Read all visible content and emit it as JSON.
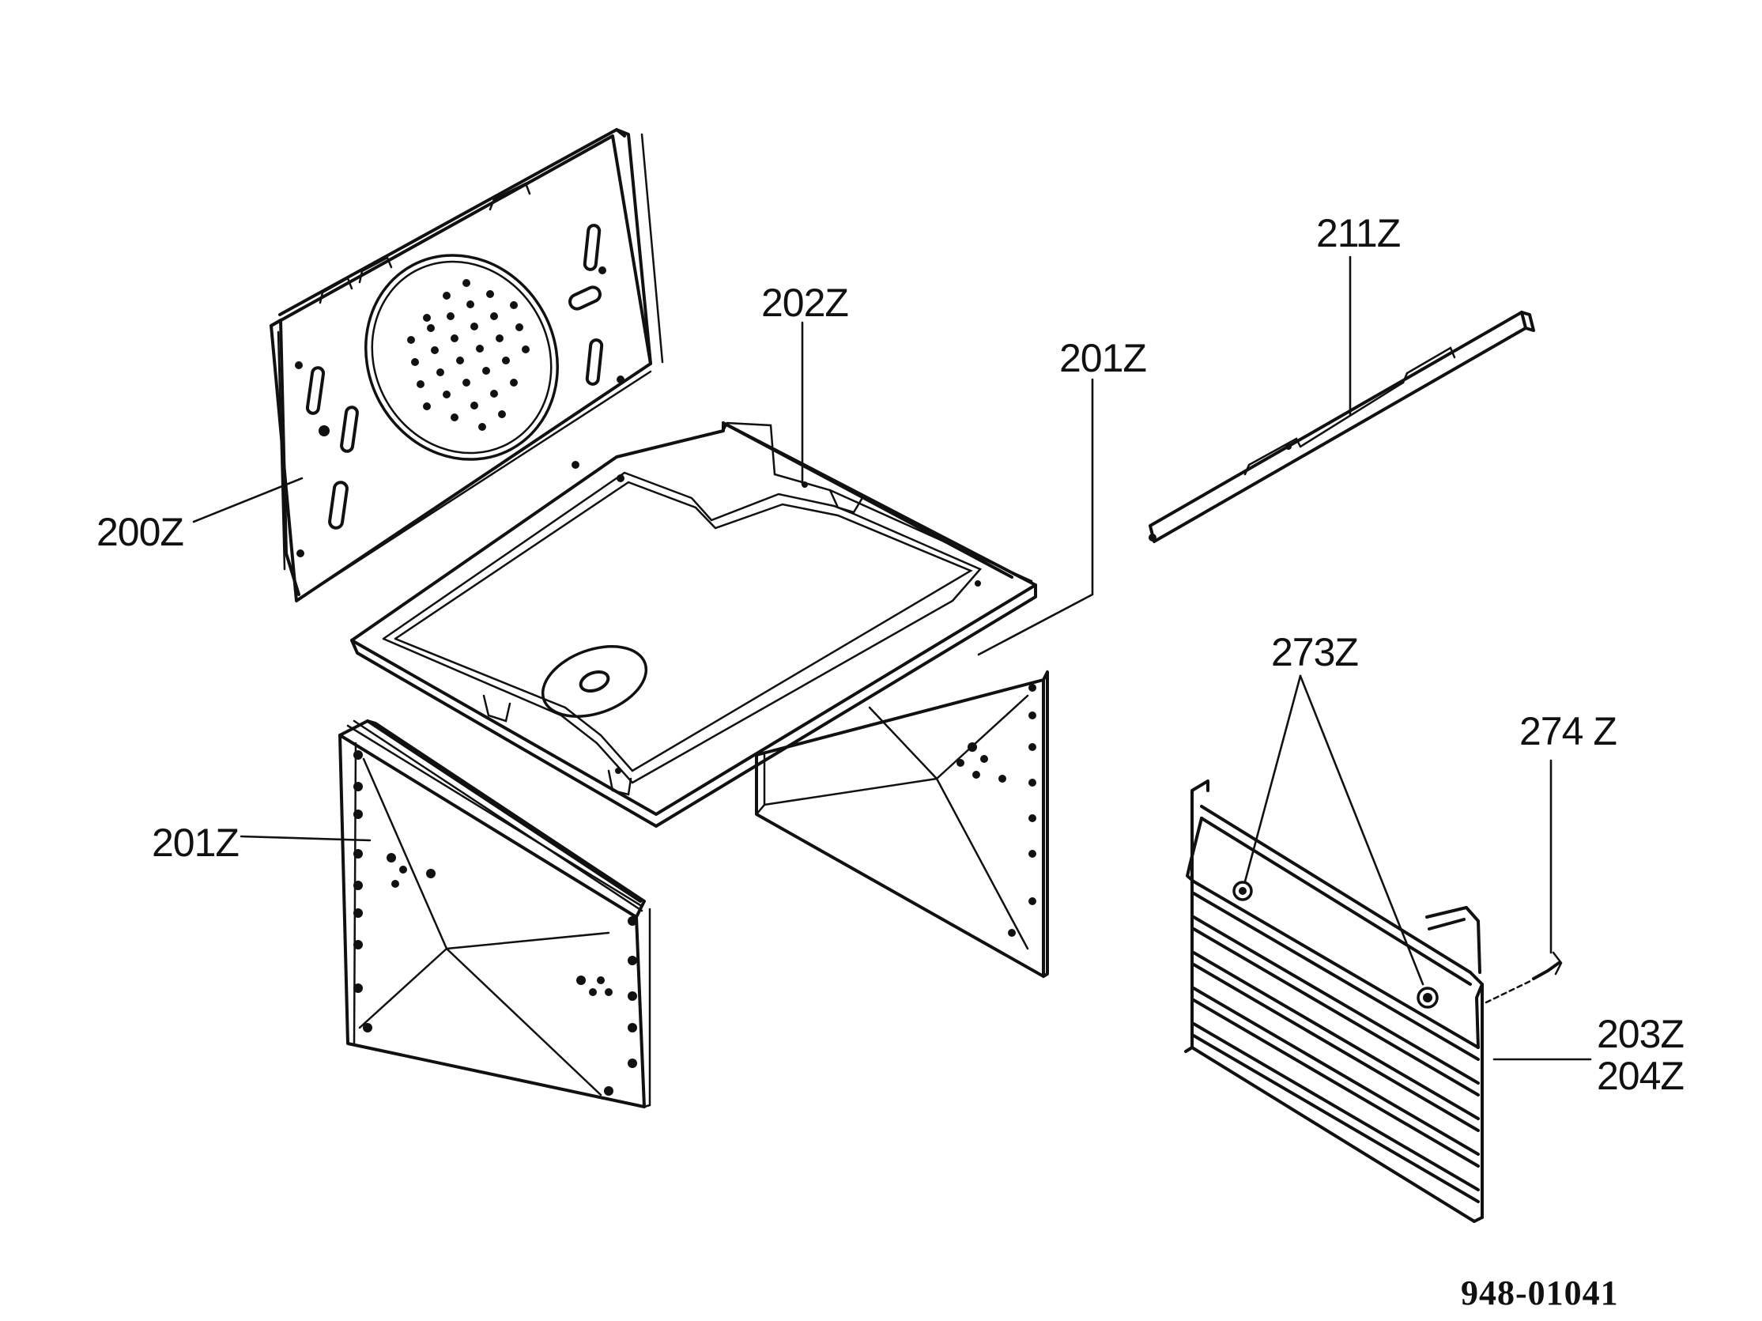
{
  "diagram": {
    "labels": {
      "l200z": "200Z",
      "l202z": "202Z",
      "l201z_top": "201Z",
      "l211z": "211Z",
      "l201z_left": "201Z",
      "l273z": "273Z",
      "l274z": "274 Z",
      "l203z": "203Z",
      "l204z": "204Z"
    },
    "drawing_number": "948-01041"
  }
}
